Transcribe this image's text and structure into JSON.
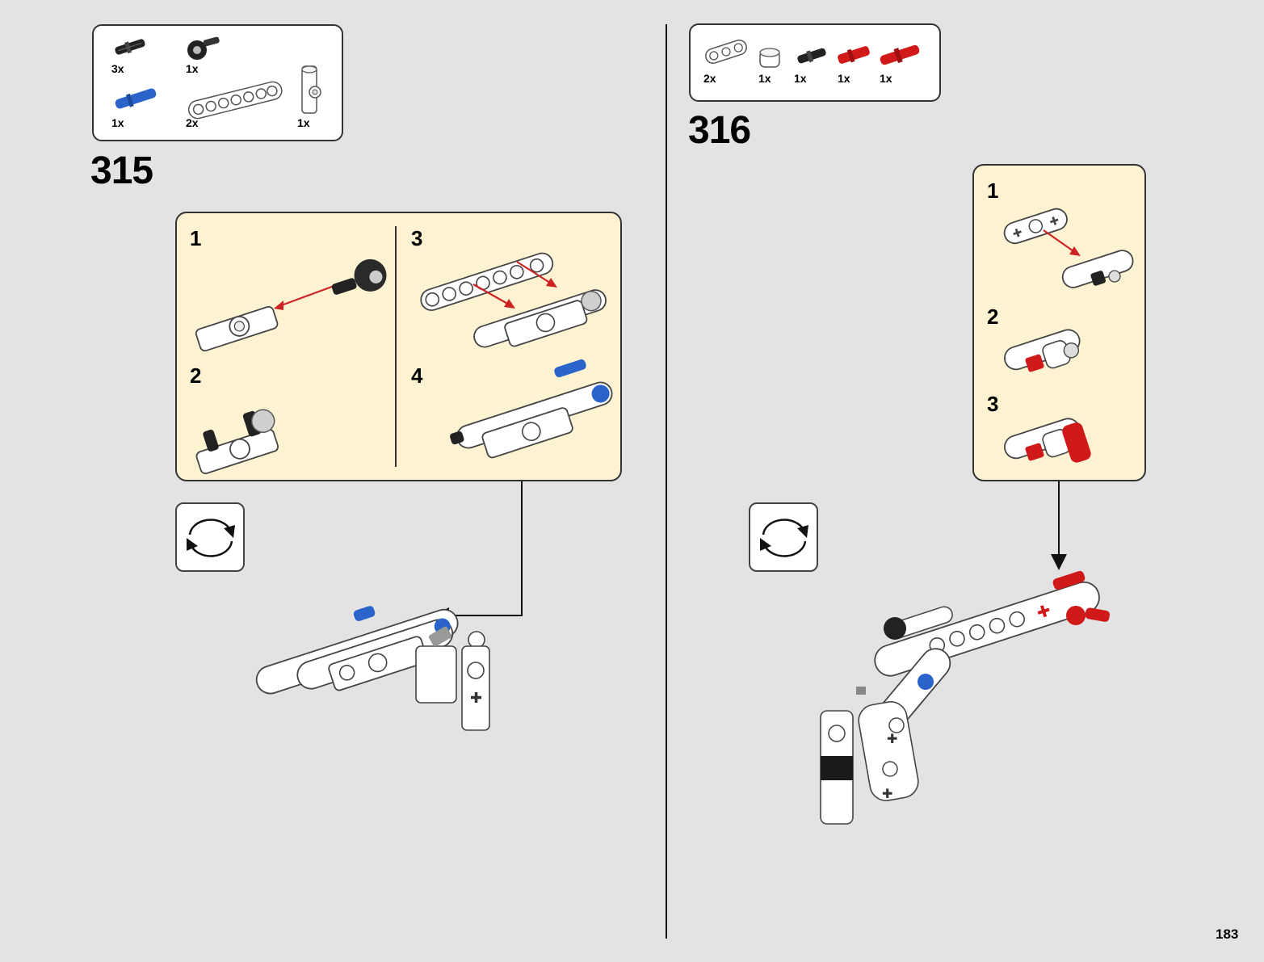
{
  "page_number": "183",
  "step_315": {
    "number": "315",
    "parts": [
      {
        "icon": "black-pin-icon",
        "qty": "3x"
      },
      {
        "icon": "black-angle-connector-icon",
        "qty": "1x"
      },
      {
        "icon": "blue-axle-pin-icon",
        "qty": "1x"
      },
      {
        "icon": "white-beam-7-icon",
        "qty": "2x"
      },
      {
        "icon": "white-cross-block-icon",
        "qty": "1x"
      }
    ],
    "substeps": [
      "1",
      "2",
      "3",
      "4"
    ]
  },
  "step_316": {
    "number": "316",
    "parts": [
      {
        "icon": "white-beam-3-icon",
        "qty": "2x"
      },
      {
        "icon": "white-bush-icon",
        "qty": "1x"
      },
      {
        "icon": "black-pin-icon",
        "qty": "1x"
      },
      {
        "icon": "red-axle-pin-icon",
        "qty": "1x"
      },
      {
        "icon": "red-long-pin-icon",
        "qty": "1x"
      }
    ],
    "substeps": [
      "1",
      "2",
      "3"
    ]
  },
  "colors": {
    "background": "#e3e3e3",
    "substep_panel": "#fdf3d2",
    "arrow_red": "#cc2222",
    "brick_blue": "#2a63c9",
    "brick_red": "#d01a1a",
    "brick_black": "#222222"
  }
}
